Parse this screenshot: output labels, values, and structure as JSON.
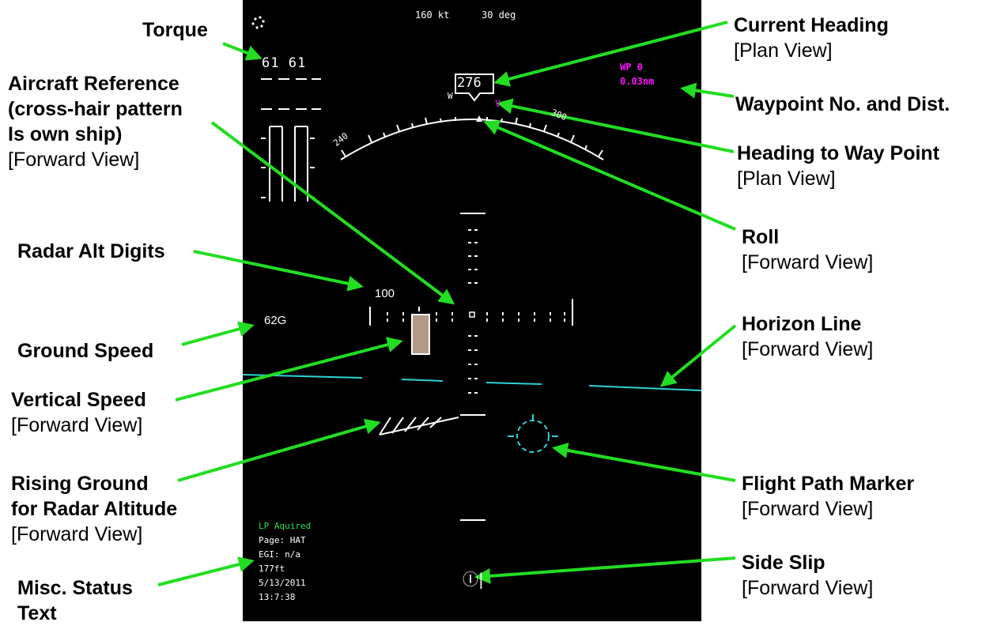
{
  "hud": {
    "speed": "160 kt",
    "bank": "30 deg",
    "torque": "61 61",
    "heading": "276",
    "heading_scale": [
      "240",
      "W",
      "V",
      "300"
    ],
    "waypoint": {
      "name": "WP 0",
      "distance": "0.03nm"
    },
    "radar_alt": "100",
    "ground_speed": "62G",
    "status": [
      "LP Aquired",
      "Page: HAT",
      "EGI: n/a",
      "177ft",
      "5/13/2011",
      "13:7:38"
    ],
    "sideslip": "Ⓘ|"
  },
  "colors": {
    "hud_text": "#ffffff",
    "horizon": "#2fd3d3",
    "waypoint": "#ff10ff",
    "status_green": "#33dd55",
    "arrow": "#22dd22",
    "vsi_fill": "#b39a86"
  },
  "annotations": {
    "torque": {
      "title": "Torque"
    },
    "aircraft_ref": {
      "title": "Aircraft Reference\n(cross-hair pattern\nIs own ship)",
      "view": "[Forward View]"
    },
    "radar_alt": {
      "title": "Radar Alt Digits"
    },
    "ground_speed": {
      "title": "Ground Speed"
    },
    "vertical_speed": {
      "title": "Vertical Speed",
      "view": "[Forward View]"
    },
    "rising_ground": {
      "title": "Rising Ground\nfor Radar Altitude",
      "view": "[Forward View]"
    },
    "misc_status": {
      "title": "Misc. Status\nText"
    },
    "current_heading": {
      "title": "Current Heading",
      "view": "[Plan View]"
    },
    "waypoint": {
      "title": "Waypoint No. and Dist."
    },
    "heading_to_wp": {
      "title": "Heading to Way Point",
      "view": "[Plan View]"
    },
    "roll": {
      "title": "Roll",
      "view": "[Forward View]"
    },
    "horizon": {
      "title": "Horizon Line",
      "view": "[Forward View]"
    },
    "flight_path": {
      "title": "Flight Path Marker",
      "view": "[Forward View]"
    },
    "side_slip": {
      "title": "Side Slip",
      "view": "[Forward View]"
    }
  }
}
